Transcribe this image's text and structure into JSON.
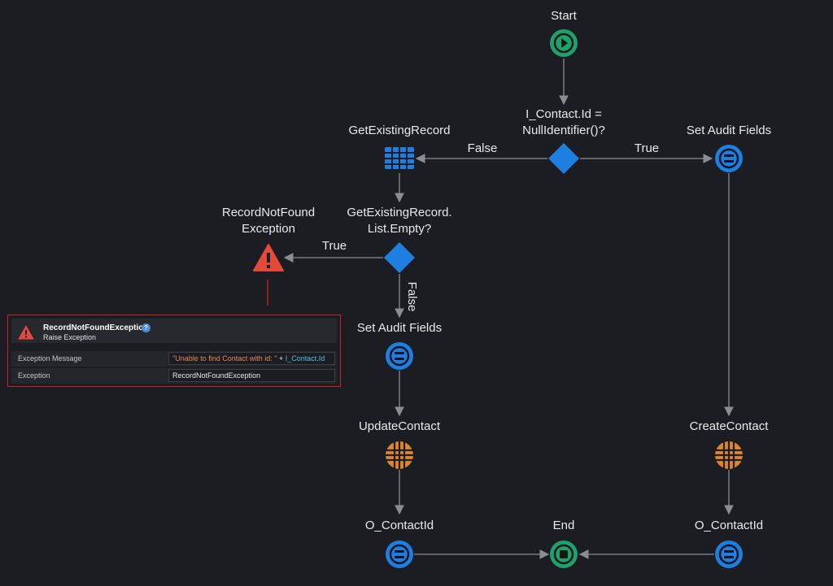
{
  "flow": {
    "start": "Start",
    "end": "End",
    "if1": {
      "line1": "I_Contact.Id =",
      "line2": "NullIdentifier()?"
    },
    "if2": {
      "line1": "GetExistingRecord.",
      "line2": "List.Empty?"
    },
    "get_existing": "GetExistingRecord",
    "set_audit_right": "Set Audit Fields",
    "set_audit_left": "Set Audit Fields",
    "exception_node": {
      "line1": "RecordNotFound",
      "line2": "Exception"
    },
    "update_contact": "UpdateContact",
    "create_contact": "CreateContact",
    "assign_left": "O_ContactId",
    "assign_right": "O_ContactId",
    "edges": {
      "if1_false": "False",
      "if1_true": "True",
      "if2_true": "True",
      "if2_false": "False"
    }
  },
  "panel": {
    "title": "RecordNotFoundException",
    "help": "?",
    "subtitle": "Raise Exception",
    "rows": [
      {
        "key": "Exception Message",
        "value_string": "\"Unable to find Contact with id: \"",
        "value_op": " + ",
        "value_ref": "I_Contact.Id"
      },
      {
        "key": "Exception",
        "value": "RecordNotFoundException"
      }
    ]
  },
  "colors": {
    "background": "#1b1d22",
    "start_end": "#1fa06e",
    "decision": "#1e7fe0",
    "assign": "#1e7fe0",
    "aggregate": "#1e7fe0",
    "server_action": "#e0872a",
    "exception": "#e24b3b",
    "connector": "#8a8d92",
    "panel_border": "#d01f1f"
  },
  "icons": {
    "start": "play-icon",
    "end": "stop-icon",
    "decision": "diamond-icon",
    "assign": "equals-icon",
    "aggregate": "table-grid-icon",
    "server_action": "globe-grid-icon",
    "exception": "warning-triangle-icon"
  }
}
